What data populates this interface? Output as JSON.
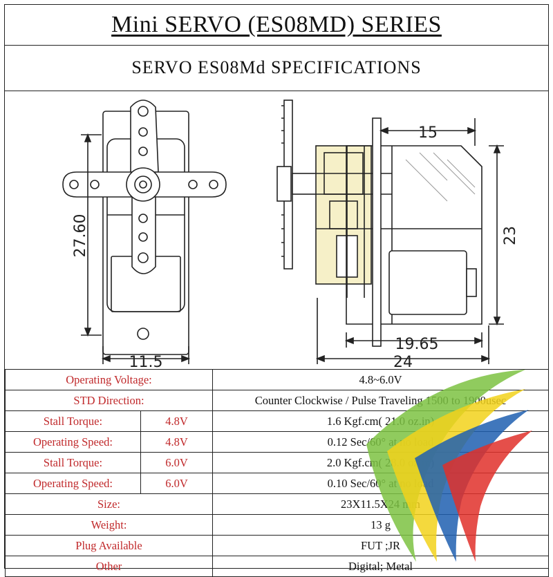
{
  "header": {
    "title": "Mini SERVO (ES08MD) SERIES",
    "subtitle": "SERVO ES08Md  SPECIFICATIONS"
  },
  "drawing": {
    "front_height_dim": "27.60",
    "front_width_dim": "11.5",
    "side_top_dim": "15",
    "side_height_dim": "23",
    "side_body_dim": "19.65",
    "side_total_dim": "24"
  },
  "specs": [
    {
      "label": "Operating Voltage:",
      "value": "4.8~6.0V"
    },
    {
      "label": "STD Direction:",
      "value": "Counter Clockwise / Pulse Traveling 1500 to 1900usec"
    },
    {
      "label": "Stall Torque:",
      "sub": "4.8V",
      "value": "1.6 Kgf.cm( 21.0 oz.in)"
    },
    {
      "label": "Operating Speed:",
      "sub": "4.8V",
      "value": "0.12 Sec/60° at no load"
    },
    {
      "label": "Stall Torque:",
      "sub": "6.0V",
      "value": "2.0 Kgf.cm( 28.0 oz.in)"
    },
    {
      "label": "Operating Speed:",
      "sub": "6.0V",
      "value": "0.10 Sec/60° at no load"
    },
    {
      "label": "Size:",
      "value": "23X11.5X24 mm"
    },
    {
      "label": "Weight:",
      "value": "13 g"
    },
    {
      "label": "Plug  Available",
      "value": "FUT ;JR"
    },
    {
      "label": "Other",
      "value": "Digital; Metal"
    }
  ],
  "colors": {
    "label_red": "#c0282a",
    "line": "#222222",
    "gear_fill": "#f6f0c8",
    "logo_green": "#7cc242",
    "logo_yellow": "#f2d21b",
    "logo_blue": "#1f5fb0",
    "logo_red": "#e0302a"
  }
}
